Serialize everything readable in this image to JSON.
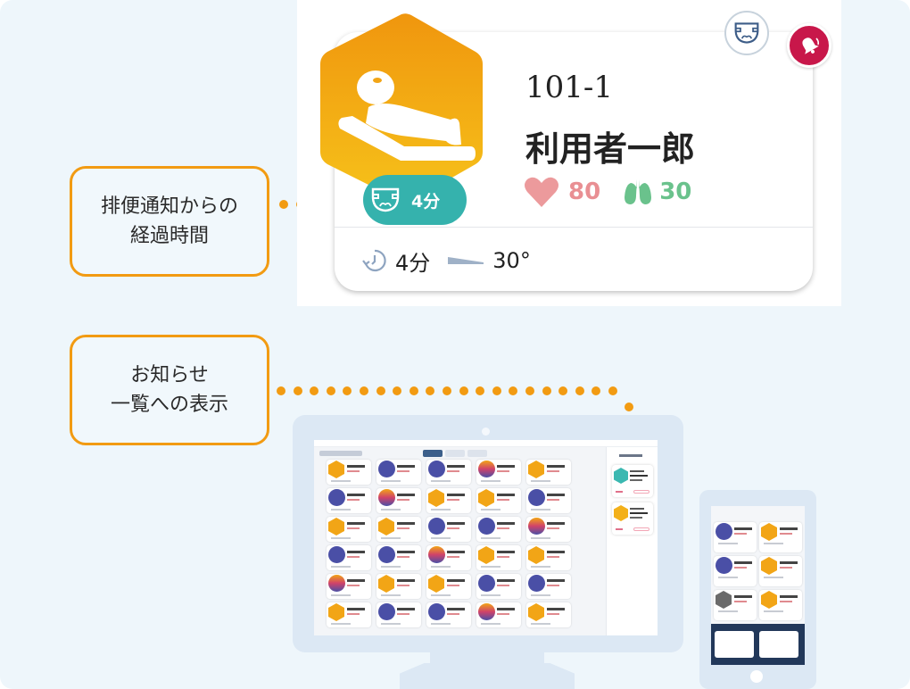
{
  "callouts": [
    {
      "id": "elapsed-since-excretion",
      "lines": [
        "排便通知からの",
        "経過時間"
      ]
    },
    {
      "id": "notification-list",
      "lines": [
        "お知らせ",
        "一覧への表示"
      ]
    }
  ],
  "user_card": {
    "room": "101-1",
    "name": "利用者一郎",
    "status_icon": "lying-in-bed-icon",
    "status_color_top": "#f0960e",
    "status_color_bottom": "#f6c21a",
    "diaper_elapsed": {
      "icon": "diaper-icon",
      "value": "4分",
      "color": "#35b2ad"
    },
    "heart_rate": {
      "icon": "heart-icon",
      "value": "80",
      "color": "#e98f93"
    },
    "respiration": {
      "icon": "lungs-icon",
      "value": "30",
      "color": "#6ac28c"
    },
    "footer": {
      "timer": {
        "icon": "timer-icon",
        "value": "4分"
      },
      "bed_angle": {
        "icon": "bed-incline-icon",
        "value": "30°"
      }
    },
    "badges": [
      {
        "icon": "diaper-icon",
        "color": "#3d5d88"
      },
      {
        "icon": "alarm-bell-icon",
        "color": "#c8174a"
      }
    ]
  },
  "devices": {
    "monitor": {
      "label": "desktop-dashboard",
      "grid_columns": 5,
      "grid_rows": 6,
      "side_panel_items": 2
    },
    "tablet": {
      "label": "tablet-dashboard",
      "grid_columns": 2,
      "notification_popup_items": 2
    }
  },
  "colors": {
    "accent_orange": "#f29b12",
    "background": "#eef6fb",
    "device_frame": "#dce8f4"
  }
}
